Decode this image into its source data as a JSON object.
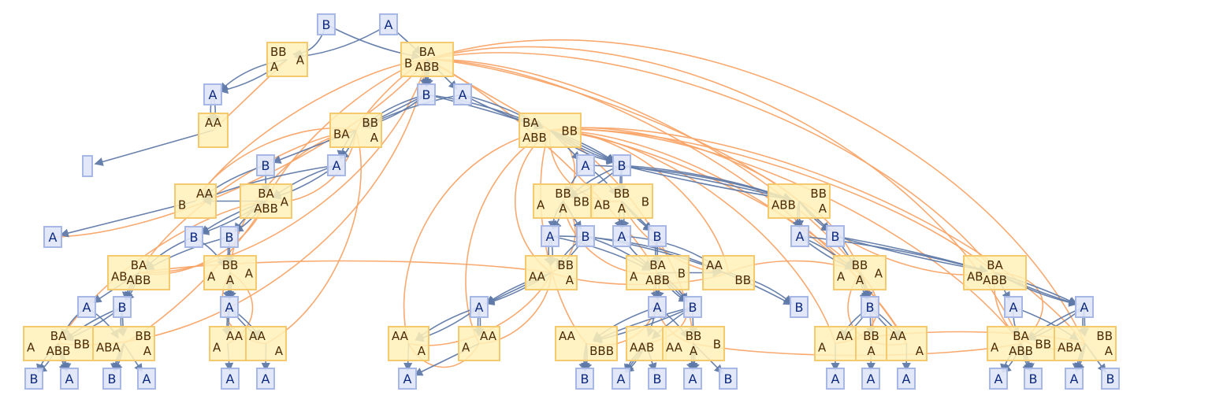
{
  "diagram": {
    "title": "",
    "colors": {
      "state_fill": "#fff1b8",
      "state_border": "#f5c96e",
      "state_text": "#4a2a05",
      "token_fill": "#dfe6f7",
      "token_border": "#a7b7e6",
      "token_text": "#0e2a7e",
      "causal_edge": "#5f7aa8",
      "branchial_edge": "#f9a467"
    },
    "token_nodes": [
      {
        "id": "t1",
        "label": "B"
      },
      {
        "id": "t2",
        "label": "A"
      },
      {
        "id": "t3",
        "label": "A"
      },
      {
        "id": "t4",
        "label": "B"
      },
      {
        "id": "t5",
        "label": "A"
      },
      {
        "id": "t6",
        "label": ""
      },
      {
        "id": "t7",
        "label": "B"
      },
      {
        "id": "t8",
        "label": "A"
      },
      {
        "id": "t9",
        "label": "A"
      },
      {
        "id": "t10",
        "label": "B"
      },
      {
        "id": "t11",
        "label": "B"
      },
      {
        "id": "t12",
        "label": "A"
      },
      {
        "id": "t13",
        "label": "B"
      },
      {
        "id": "t14",
        "label": "A"
      },
      {
        "id": "t15",
        "label": "B"
      },
      {
        "id": "t16",
        "label": "A"
      },
      {
        "id": "t17",
        "label": "B"
      },
      {
        "id": "t18",
        "label": "A"
      },
      {
        "id": "t19",
        "label": "B"
      },
      {
        "id": "t20",
        "label": "A"
      },
      {
        "id": "t21",
        "label": "B"
      },
      {
        "id": "t22",
        "label": "A"
      },
      {
        "id": "t23",
        "label": "A"
      },
      {
        "id": "t24",
        "label": "B"
      },
      {
        "id": "t25",
        "label": "B"
      },
      {
        "id": "t26",
        "label": "A"
      },
      {
        "id": "t27",
        "label": "B"
      },
      {
        "id": "t28",
        "label": "A"
      },
      {
        "id": "t29",
        "label": "A"
      },
      {
        "id": "t30",
        "label": "B"
      },
      {
        "id": "t31",
        "label": "A"
      },
      {
        "id": "t32",
        "label": "B"
      },
      {
        "id": "t33",
        "label": "A"
      },
      {
        "id": "t34",
        "label": "A"
      },
      {
        "id": "t35",
        "label": "A"
      },
      {
        "id": "t36",
        "label": "A"
      },
      {
        "id": "t37",
        "label": "B"
      },
      {
        "id": "t38",
        "label": "A"
      },
      {
        "id": "t39",
        "label": "B"
      },
      {
        "id": "t40",
        "label": "A"
      },
      {
        "id": "t41",
        "label": "B"
      },
      {
        "id": "t42",
        "label": "A"
      },
      {
        "id": "t43",
        "label": "A"
      },
      {
        "id": "t44",
        "label": "A"
      },
      {
        "id": "t45",
        "label": "A"
      },
      {
        "id": "t46",
        "label": "B"
      },
      {
        "id": "t47",
        "label": "A"
      },
      {
        "id": "t48",
        "label": "B"
      }
    ],
    "state_nodes": [
      {
        "id": "s1",
        "parts": [
          {
            "t": "BB",
            "r": "top-left"
          },
          {
            "t": "A",
            "r": "right"
          },
          {
            "t": "A",
            "r": "bottom-left"
          }
        ]
      },
      {
        "id": "s2",
        "parts": [
          {
            "t": "B",
            "r": "left"
          },
          {
            "t": "BA",
            "r": "top"
          },
          {
            "t": "ABB",
            "r": "bottom"
          }
        ]
      },
      {
        "id": "s3",
        "parts": [
          {
            "t": "AA",
            "r": "top"
          }
        ]
      },
      {
        "id": "s4",
        "parts": [
          {
            "t": "BA",
            "r": "left"
          },
          {
            "t": "BB",
            "r": "top-right"
          },
          {
            "t": "A",
            "r": "bottom-right"
          }
        ]
      },
      {
        "id": "s5",
        "parts": [
          {
            "t": "BA",
            "r": "top-left"
          },
          {
            "t": "ABB",
            "r": "bottom-left"
          },
          {
            "t": "BB",
            "r": "right"
          }
        ]
      },
      {
        "id": "s6",
        "parts": [
          {
            "t": "B",
            "r": "left"
          },
          {
            "t": "AA",
            "r": "top-right"
          }
        ]
      },
      {
        "id": "s7",
        "parts": [
          {
            "t": "BA",
            "r": "top"
          },
          {
            "t": "ABB",
            "r": "bottom"
          },
          {
            "t": "A",
            "r": "right"
          }
        ]
      },
      {
        "id": "s8",
        "parts": [
          {
            "t": "A",
            "r": "left"
          },
          {
            "t": "BB",
            "r": "top"
          },
          {
            "t": "A",
            "r": "bottom"
          },
          {
            "t": "BB",
            "r": "right"
          }
        ]
      },
      {
        "id": "s9",
        "parts": [
          {
            "t": "AB",
            "r": "left"
          },
          {
            "t": "BB",
            "r": "top"
          },
          {
            "t": "A",
            "r": "bottom"
          },
          {
            "t": "B",
            "r": "right"
          }
        ]
      },
      {
        "id": "s10",
        "parts": [
          {
            "t": "ABB",
            "r": "left"
          },
          {
            "t": "BB",
            "r": "top-right"
          },
          {
            "t": "A",
            "r": "bottom-right"
          }
        ]
      },
      {
        "id": "s11",
        "parts": [
          {
            "t": "AB",
            "r": "left"
          },
          {
            "t": "BA",
            "r": "top"
          },
          {
            "t": "ABB",
            "r": "bottom"
          }
        ]
      },
      {
        "id": "s12",
        "parts": [
          {
            "t": "A",
            "r": "left"
          },
          {
            "t": "BB",
            "r": "top"
          },
          {
            "t": "A",
            "r": "bottom"
          },
          {
            "t": "A",
            "r": "right"
          }
        ]
      },
      {
        "id": "s13",
        "parts": [
          {
            "t": "AA",
            "r": "left"
          },
          {
            "t": "BB",
            "r": "top-right"
          },
          {
            "t": "A",
            "r": "bottom-right"
          }
        ]
      },
      {
        "id": "s14",
        "parts": [
          {
            "t": "A",
            "r": "left"
          },
          {
            "t": "BA",
            "r": "top"
          },
          {
            "t": "ABB",
            "r": "bottom"
          },
          {
            "t": "B",
            "r": "right"
          }
        ]
      },
      {
        "id": "s15",
        "parts": [
          {
            "t": "AA",
            "r": "top-left"
          },
          {
            "t": "BB",
            "r": "bottom-right"
          }
        ]
      },
      {
        "id": "s16",
        "parts": [
          {
            "t": "A",
            "r": "left"
          },
          {
            "t": "BB",
            "r": "top"
          },
          {
            "t": "A",
            "r": "bottom"
          },
          {
            "t": "A",
            "r": "right"
          }
        ]
      },
      {
        "id": "s17",
        "parts": [
          {
            "t": "AB",
            "r": "left"
          },
          {
            "t": "BA",
            "r": "top"
          },
          {
            "t": "ABB",
            "r": "bottom"
          }
        ]
      },
      {
        "id": "s18",
        "parts": [
          {
            "t": "A",
            "r": "left"
          },
          {
            "t": "BA",
            "r": "top"
          },
          {
            "t": "ABB",
            "r": "bottom"
          },
          {
            "t": "BB",
            "r": "right"
          }
        ]
      },
      {
        "id": "s19",
        "parts": [
          {
            "t": "ABA",
            "r": "left"
          },
          {
            "t": "BB",
            "r": "top-right"
          },
          {
            "t": "A",
            "r": "bottom-right"
          }
        ]
      },
      {
        "id": "s20",
        "parts": [
          {
            "t": "A",
            "r": "left"
          },
          {
            "t": "AA",
            "r": "top-right"
          }
        ]
      },
      {
        "id": "s21",
        "parts": [
          {
            "t": "AA",
            "r": "top-left"
          },
          {
            "t": "A",
            "r": "bottom-right"
          }
        ]
      },
      {
        "id": "s22",
        "parts": [
          {
            "t": "AA",
            "r": "top-left"
          },
          {
            "t": "A",
            "r": "bottom-right"
          }
        ]
      },
      {
        "id": "s23",
        "parts": [
          {
            "t": "A",
            "r": "left"
          },
          {
            "t": "AA",
            "r": "top-right"
          }
        ]
      },
      {
        "id": "s24",
        "parts": [
          {
            "t": "AA",
            "r": "top-left"
          },
          {
            "t": "BBB",
            "r": "bottom-right"
          }
        ]
      },
      {
        "id": "s25",
        "parts": [
          {
            "t": "AAB",
            "r": "left"
          }
        ]
      },
      {
        "id": "s26",
        "parts": [
          {
            "t": "AA",
            "r": "left"
          },
          {
            "t": "BB",
            "r": "top"
          },
          {
            "t": "A",
            "r": "bottom"
          },
          {
            "t": "B",
            "r": "right"
          }
        ]
      },
      {
        "id": "s27",
        "parts": [
          {
            "t": "A",
            "r": "left"
          },
          {
            "t": "AA",
            "r": "top-right"
          }
        ]
      },
      {
        "id": "s28",
        "parts": [
          {
            "t": "BB",
            "r": "top"
          },
          {
            "t": "A",
            "r": "bottom"
          }
        ]
      },
      {
        "id": "s29",
        "parts": [
          {
            "t": "AA",
            "r": "top-left"
          },
          {
            "t": "A",
            "r": "bottom-right"
          }
        ]
      },
      {
        "id": "s30",
        "parts": [
          {
            "t": "A",
            "r": "left"
          },
          {
            "t": "BA",
            "r": "top"
          },
          {
            "t": "ABB",
            "r": "bottom"
          },
          {
            "t": "BB",
            "r": "right"
          }
        ]
      },
      {
        "id": "s31",
        "parts": [
          {
            "t": "ABA",
            "r": "left"
          },
          {
            "t": "BB",
            "r": "top-right"
          },
          {
            "t": "A",
            "r": "bottom-right"
          }
        ]
      }
    ]
  }
}
